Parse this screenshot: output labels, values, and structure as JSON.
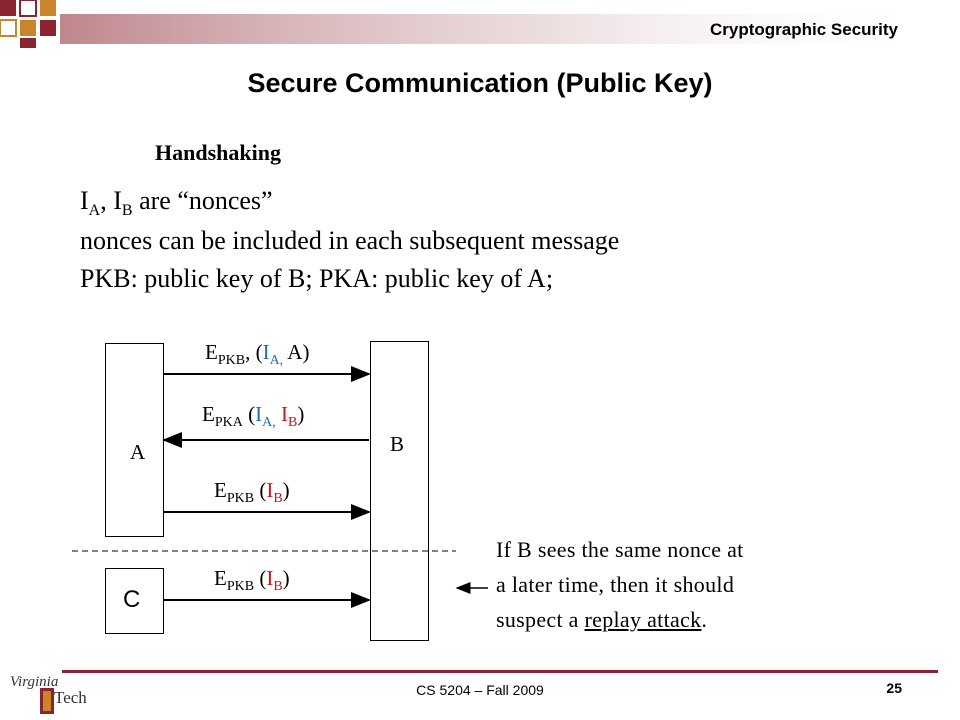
{
  "header": {
    "label": "Cryptographic Security"
  },
  "title": "Secure Communication (Public Key)",
  "subtitle": "Handshaking",
  "body": {
    "line1": {
      "ia": "I",
      "ia_sub": "A",
      "sep": ", ",
      "ib": "I",
      "ib_sub": "B",
      "rest": " are “nonces”"
    },
    "line2": "nonces can be included in each subsequent message",
    "line3": "PKB: public key of B; PKA: public key of A;"
  },
  "diagram": {
    "box_a": "A",
    "box_b": "B",
    "box_c": "C",
    "messages": [
      {
        "e": "E",
        "key": "PKB",
        "after_key": ", (",
        "n1": "I",
        "n1_sub": "A,",
        "tail": " A)"
      },
      {
        "e": "E",
        "key": "PKA",
        "open": " (",
        "n1": "I",
        "n1_sub": "A,",
        "space": " ",
        "n2": "I",
        "n2_sub": "B",
        "close": ")"
      },
      {
        "e": "E",
        "key": "PKB",
        "open": " (",
        "n2": "I",
        "n2_sub": "B",
        "close": ")"
      },
      {
        "e": "E",
        "key": "PKB",
        "open": " (",
        "n2": "I",
        "n2_sub": "B",
        "close": ")"
      }
    ],
    "note": {
      "line1": "If B sees the same nonce at",
      "line2": "a later time, then it should",
      "line3_pre": "suspect a ",
      "line3_u": "replay attack",
      "line3_post": "."
    }
  },
  "footer": {
    "course": "CS 5204 – Fall 2009",
    "page": "25",
    "logo_line1": "Virginia",
    "logo_line2": "Tech"
  },
  "colors": {
    "maroon": "#8a2430",
    "orange": "#c9852a",
    "nonce_a": "#1f6bb5",
    "nonce_b": "#d0121c"
  }
}
